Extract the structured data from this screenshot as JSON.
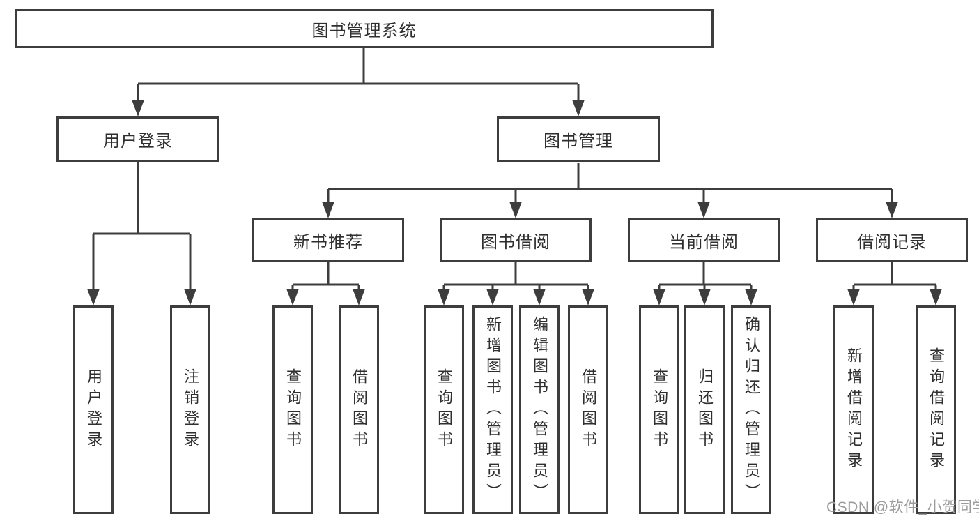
{
  "nodes": {
    "root": "图书管理系统",
    "user_login": "用户登录",
    "book_mgmt": "图书管理",
    "new_books": "新书推荐",
    "book_borrow": "图书借阅",
    "current_borrow": "当前借阅",
    "borrow_records": "借阅记录",
    "leaves": {
      "user_login": [
        "用户登录",
        "注销登录"
      ],
      "new_books": [
        "查询图书",
        "借阅图书"
      ],
      "book_borrow": [
        "查询图书",
        "新增图书（管理员）",
        "编辑图书（管理员）",
        "借阅图书"
      ],
      "current_borrow": [
        "查询图书",
        "归还图书",
        "确认归还（管理员）"
      ],
      "borrow_records": [
        "新增借阅记录",
        "查询借阅记录"
      ]
    }
  },
  "watermark": "CSDN @软件_小贺同学",
  "colors": {
    "line": "#3d3d3d",
    "box_border": "#3d3d3d",
    "text": "#2f2f2f",
    "watermark": "#9b9b9b",
    "background": "#ffffff"
  }
}
